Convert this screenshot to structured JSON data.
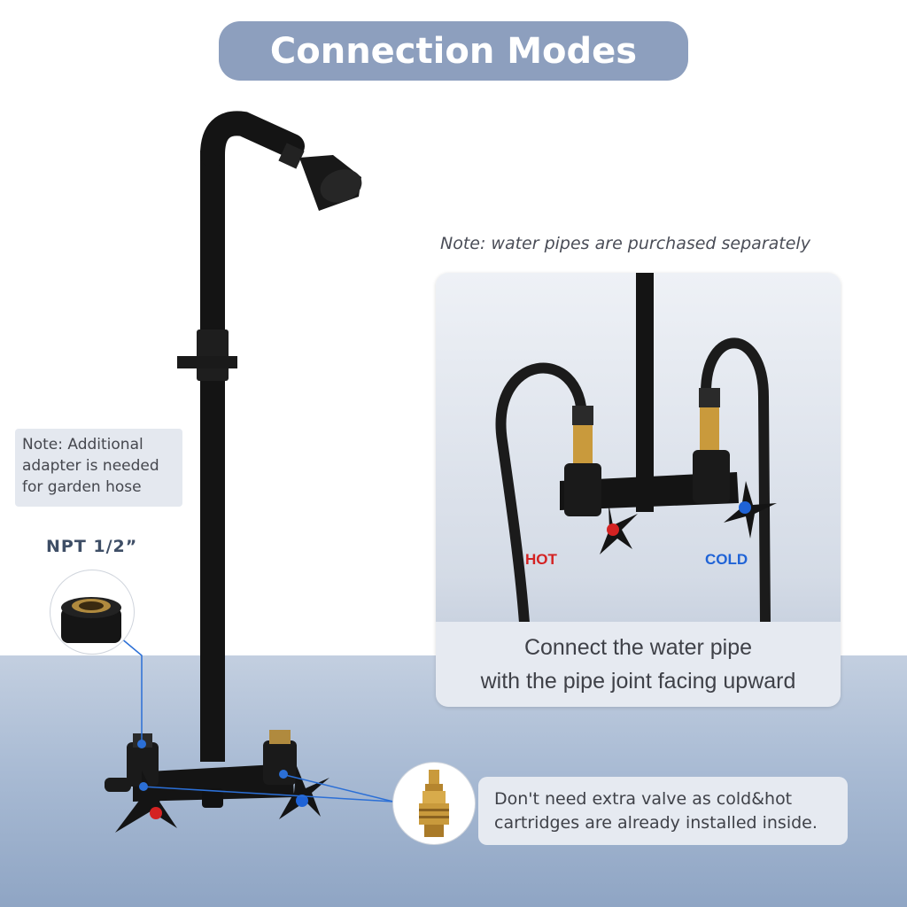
{
  "title": "Connection Modes",
  "note_top": "Note: water pipes are purchased separately",
  "photo": {
    "hot_label": "HOT",
    "cold_label": "COLD",
    "caption_line1": "Connect the water pipe",
    "caption_line2": "with the pipe joint facing upward"
  },
  "note_adapter": {
    "line1": "Note: Additional",
    "line2": "adapter is needed",
    "line3": "for garden hose"
  },
  "npt_label": "NPT 1/2”",
  "note_cartridge": {
    "line1": "Don't need extra valve as cold&hot",
    "line2": "cartridges are already installed inside."
  },
  "colors": {
    "title_pill": "#8d9fbe",
    "hot": "#d42222",
    "cold": "#1f63d6",
    "callout_line": "#2b6fd6",
    "fixture": "#141414",
    "brass": "#c99a3c"
  }
}
